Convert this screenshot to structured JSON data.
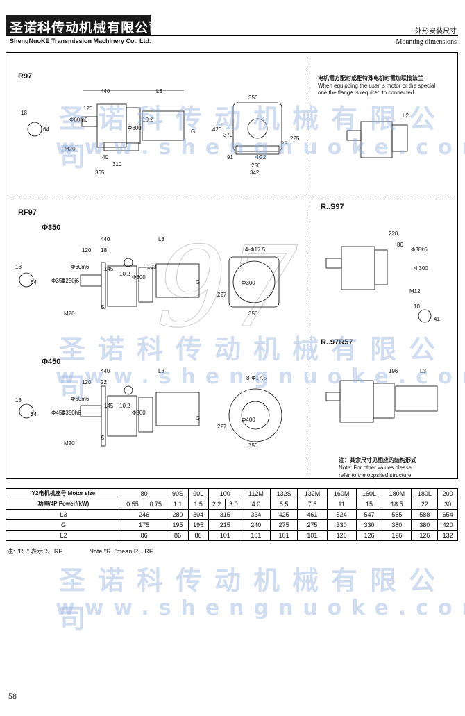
{
  "header": {
    "company_cn": "圣诺科传动机械有限公司",
    "company_en": "ShengNuoKE Transmission Machinery Co., Ltd.",
    "section_cn": "外形安装尺寸",
    "section_en": "Mounting dimensions"
  },
  "watermark": {
    "cn": "圣诺科传动机械有限公司",
    "en": "www.shengnuoke.com",
    "big": "97"
  },
  "labels": {
    "r97": "R97",
    "rf97": "RF97",
    "phi350": "Φ350",
    "phi450": "Φ450",
    "rs97": "R..S97",
    "r97r57": "R..97R57"
  },
  "notes": {
    "flange_cn": "电机需方配时或配特殊电机时需加联接法兰",
    "flange_en1": "When equipping the user' s motor or the special",
    "flange_en2": "one,the flange is required to connected.",
    "other_cn": "注：其余尺寸见相应的结构形式",
    "other_en1": "Note: For other values please",
    "other_en2": "refer to the oppsited structure"
  },
  "dims": {
    "r97": [
      "440",
      "L3",
      "120",
      "Φ60m6",
      "Φ300",
      "10.2",
      "G",
      "18",
      "64",
      "M20",
      "40",
      "310",
      "365",
      "350",
      "420",
      "370",
      "225",
      "55",
      "91",
      "Φ22",
      "250",
      "342"
    ],
    "rf97a": [
      "440",
      "L3",
      "120",
      "18",
      "Φ350",
      "Φ250j6",
      "Φ60m6",
      "145",
      "10.2",
      "Φ300",
      "193",
      "G",
      "18",
      "64",
      "M20",
      "5",
      "4-Φ17.5",
      "Φ300",
      "227",
      "350"
    ],
    "rf97b": [
      "440",
      "L3",
      "120",
      "22",
      "Φ450",
      "Φ350h6",
      "Φ60m6",
      "145",
      "10.2",
      "Φ300",
      "G",
      "18",
      "64",
      "M20",
      "5",
      "8-Φ17.5",
      "Φ400",
      "227",
      "350"
    ],
    "rs97": [
      "L2",
      "220",
      "80",
      "Φ38k6",
      "Φ300",
      "M12",
      "10",
      "41"
    ],
    "r97r57": [
      "196",
      "L3"
    ]
  },
  "table": {
    "h1": "Y2电机机座号",
    "h2": "Motor size",
    "p1": "功率/4P",
    "p2": "Power/(kW)",
    "motor_sizes": [
      "80",
      "90S",
      "90L",
      "100",
      "112M",
      "132S",
      "132M",
      "160M",
      "160L",
      "180M",
      "180L",
      "200"
    ],
    "powers": [
      "0.55",
      "0.75",
      "1.1",
      "1.5",
      "2.2",
      "3.0",
      "4.0",
      "5.5",
      "7.5",
      "11",
      "15",
      "18.5",
      "22",
      "30"
    ],
    "rows": [
      {
        "label": "L3",
        "values": [
          "246",
          "280",
          "304",
          "315",
          "334",
          "425",
          "461",
          "524",
          "547",
          "555",
          "588",
          "654"
        ]
      },
      {
        "label": "G",
        "values": [
          "175",
          "195",
          "195",
          "215",
          "240",
          "275",
          "275",
          "330",
          "330",
          "380",
          "380",
          "420"
        ]
      },
      {
        "label": "L2",
        "values": [
          "86",
          "86",
          "86",
          "101",
          "101",
          "101",
          "101",
          "126",
          "126",
          "126",
          "126",
          "132"
        ]
      }
    ]
  },
  "footnote": {
    "cn": "注: \"R..\" 表示R、RF",
    "en": "Note:\"R..\"mean R、RF"
  },
  "page_number": "58"
}
